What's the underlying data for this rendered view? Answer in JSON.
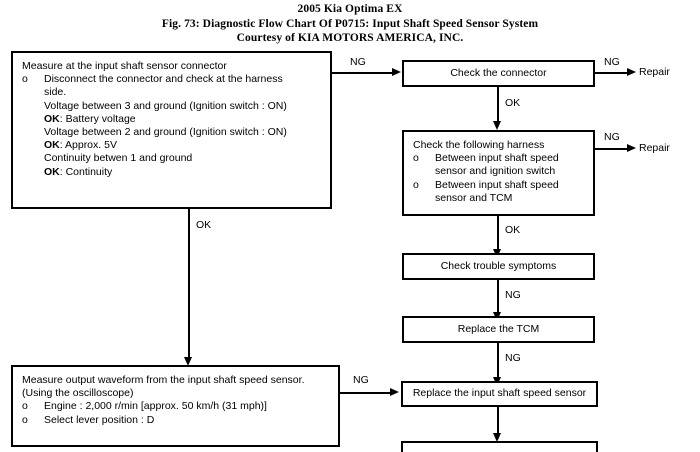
{
  "header": {
    "line1": "2005 Kia Optima EX",
    "line2": "Fig. 73: Diagnostic Flow Chart Of P0715: Input Shaft Speed Sensor System",
    "line3": "Courtesy of KIA MOTORS AMERICA, INC."
  },
  "chart_data": {
    "type": "diagram",
    "title": "Fig. 73: Diagnostic Flow Chart Of P0715: Input Shaft Speed Sensor System",
    "nodes": [
      {
        "id": "measure-connector",
        "title": "Measure at the input shaft sensor connector",
        "bullet": "o",
        "bullet_text_line1": "Disconnect the connector and check at the harness",
        "bullet_text_line2": "side.",
        "detail1": "Voltage between 3 and ground (Ignition switch : ON)",
        "detail1_ok_label": "OK",
        "detail1_ok_value": ": Battery voltage",
        "detail2": "Voltage between 2 and ground (Ignition switch : ON)",
        "detail2_ok_label": "OK",
        "detail2_ok_value": ": Approx. 5V",
        "detail3": "Continuity betwen 1 and ground",
        "detail3_ok_label": "OK",
        "detail3_ok_value": ": Continuity"
      },
      {
        "id": "check-connector",
        "label": "Check the connector"
      },
      {
        "id": "repair-1",
        "label": "Repair"
      },
      {
        "id": "check-harness",
        "title": "Check the following harness",
        "bullet1_mark": "o",
        "bullet1_line1": "Between input shaft speed",
        "bullet1_line2": "sensor and ignition switch",
        "bullet2_mark": "o",
        "bullet2_line1": "Between input shaft speed",
        "bullet2_line2": "sensor and TCM"
      },
      {
        "id": "repair-2",
        "label": "Repair"
      },
      {
        "id": "check-trouble-symptoms",
        "label": "Check trouble symptoms"
      },
      {
        "id": "replace-tcm",
        "label": "Replace the TCM"
      },
      {
        "id": "replace-sensor",
        "label": "Replace the input shaft speed sensor"
      },
      {
        "id": "measure-waveform",
        "title": "Measure output waveform from the input shaft speed sensor.",
        "subtitle": "(Using the oscilloscope)",
        "bullet1_mark": "o",
        "bullet1_text": "Engine : 2,000 r/min [approx. 50 km/h (31 mph)]",
        "bullet2_mark": "o",
        "bullet2_text": "Select lever position : D"
      },
      {
        "id": "bottom-cutoff",
        "label": ""
      }
    ],
    "edges": [
      {
        "from": "measure-connector",
        "to": "check-connector",
        "label": "NG"
      },
      {
        "from": "check-connector",
        "to": "repair-1",
        "label": "NG"
      },
      {
        "from": "check-connector",
        "to": "check-harness",
        "label": "OK"
      },
      {
        "from": "check-harness",
        "to": "repair-2",
        "label": "NG"
      },
      {
        "from": "check-harness",
        "to": "check-trouble-symptoms",
        "label": "OK"
      },
      {
        "from": "check-trouble-symptoms",
        "to": "replace-tcm",
        "label": "NG"
      },
      {
        "from": "replace-tcm",
        "to": "replace-sensor",
        "label": "NG"
      },
      {
        "from": "measure-connector",
        "to": "measure-waveform",
        "label": "OK"
      },
      {
        "from": "measure-waveform",
        "to": "replace-sensor",
        "label": "NG"
      },
      {
        "from": "replace-sensor",
        "to": "bottom-cutoff",
        "label": ""
      }
    ],
    "edge_labels": {
      "ng1": "NG",
      "ng2": "NG",
      "ok1": "OK",
      "ng3": "NG",
      "ok2": "OK",
      "ng4": "NG",
      "ng5": "NG",
      "ok3": "OK",
      "ng6": "NG"
    }
  }
}
